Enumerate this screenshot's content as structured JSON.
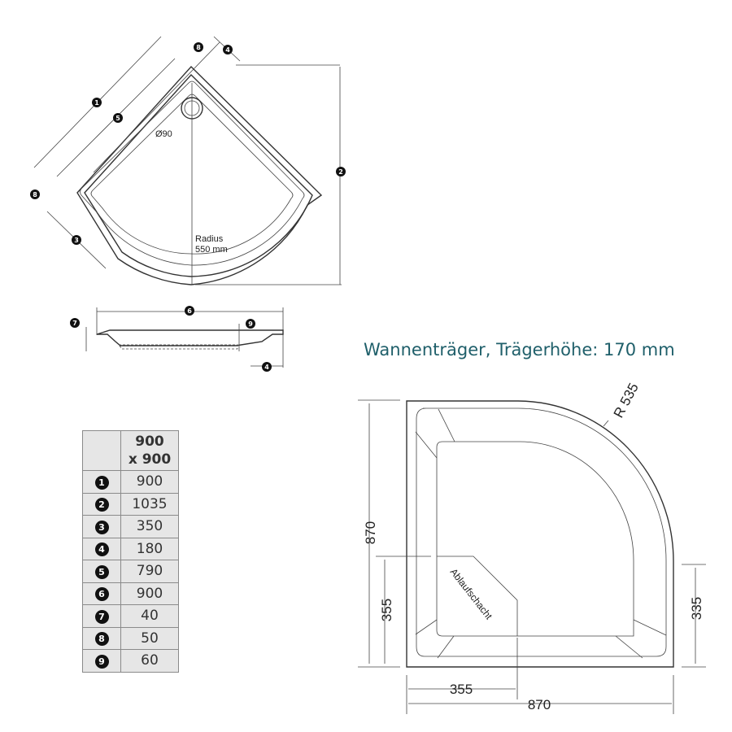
{
  "top_view": {
    "drain_label": "Ø90",
    "radius_label": "Radius",
    "radius_value": "550 mm",
    "callouts": [
      "1",
      "2",
      "3",
      "4",
      "5",
      "6",
      "7",
      "8",
      "9"
    ]
  },
  "support_view": {
    "title": "Wannenträger, Trägerhöhe: 170 mm",
    "radius": "R 535",
    "drain_shaft": "Ablaufschacht",
    "dim_height": "870",
    "dim_width": "870",
    "dim_drain_left": "355",
    "dim_drain_bottom": "355",
    "dim_right": "335"
  },
  "dimension_table": {
    "header": [
      "900",
      "x 900"
    ],
    "rows": [
      {
        "num": "1",
        "value": "900"
      },
      {
        "num": "2",
        "value": "1035"
      },
      {
        "num": "3",
        "value": "350"
      },
      {
        "num": "4",
        "value": "180"
      },
      {
        "num": "5",
        "value": "790"
      },
      {
        "num": "6",
        "value": "900"
      },
      {
        "num": "7",
        "value": "40"
      },
      {
        "num": "8",
        "value": "50"
      },
      {
        "num": "9",
        "value": "60"
      }
    ]
  }
}
